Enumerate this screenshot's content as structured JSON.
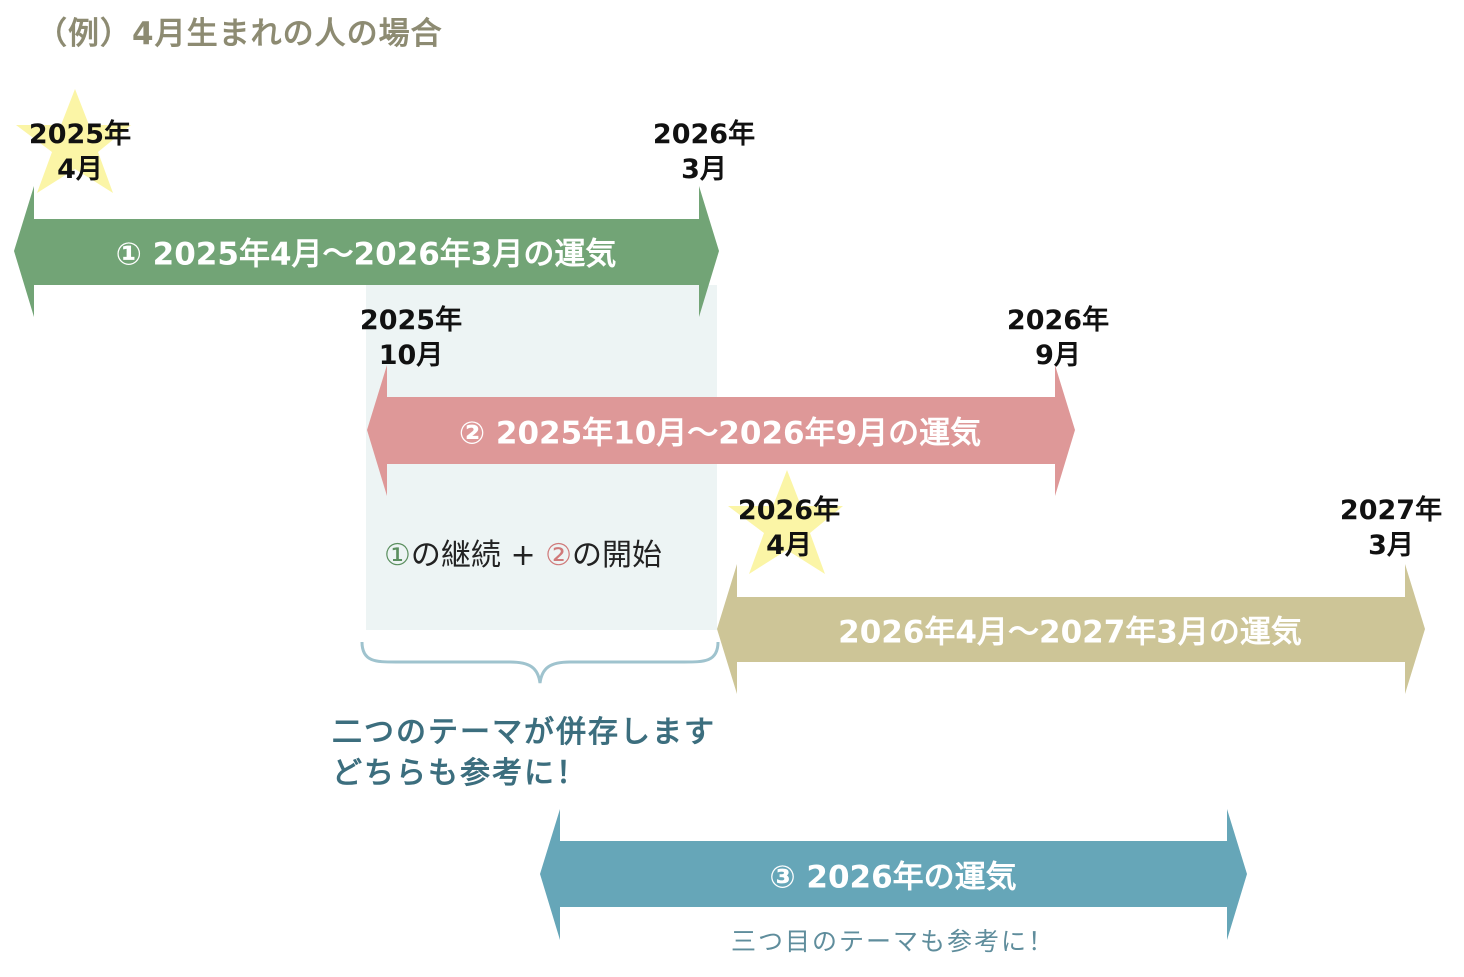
{
  "title": "（例）4月生まれの人の場合",
  "dates": {
    "d1_start": {
      "year": "2025年",
      "month": "4月"
    },
    "d1_end": {
      "year": "2026年",
      "month": "3月"
    },
    "d2_start": {
      "year": "2025年",
      "month": "10月"
    },
    "d2_end": {
      "year": "2026年",
      "month": "9月"
    },
    "d3_start": {
      "year": "2026年",
      "month": "4月"
    },
    "d3_end": {
      "year": "2027年",
      "month": "3月"
    }
  },
  "arrows": {
    "a1": {
      "label": "①  2025年4月～2026年3月の運気",
      "color": "#72a476"
    },
    "a2": {
      "label": "②  2025年10月～2026年9月の運気",
      "color": "#de9898"
    },
    "a3": {
      "label": "2026年4月～2027年3月の運気",
      "color": "#cdc597"
    },
    "a4": {
      "label": "③  2026年の運気",
      "color": "#66a6b8"
    }
  },
  "overlap": {
    "circle1": "①",
    "text1": "の継続",
    "plus": " + ",
    "circle2": "②",
    "text2": "の開始",
    "fill": "#edf4f4"
  },
  "note": {
    "line1": "二つのテーマが併存します",
    "line2": "どちらも参考に！",
    "color": "#3c6e7e"
  },
  "note3": "三つ目のテーマも参考に！",
  "colors": {
    "star": "#fbf5a6",
    "brace": "#9fc3ce",
    "title": "#8d8b72"
  }
}
